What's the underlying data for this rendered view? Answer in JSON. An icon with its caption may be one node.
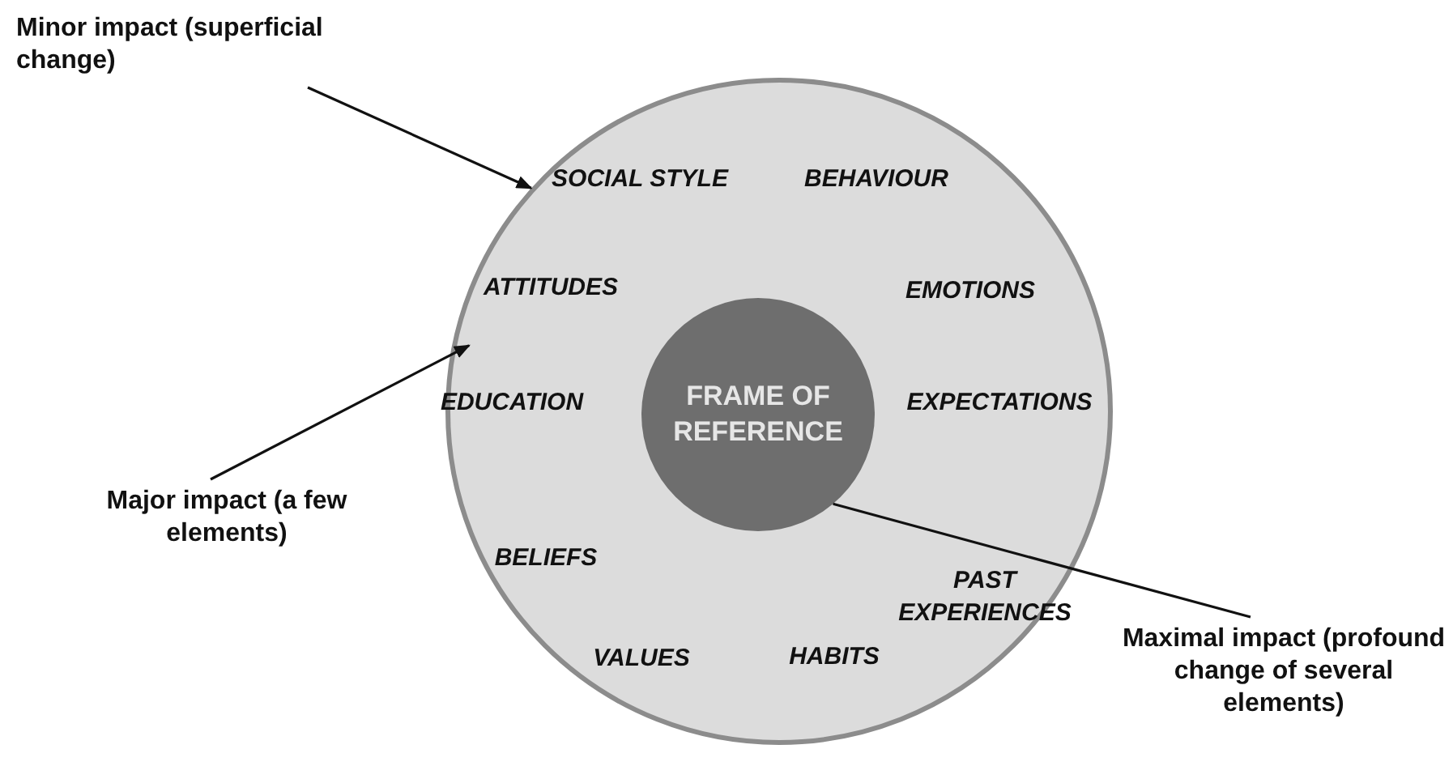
{
  "diagram": {
    "nodes": [
      {
        "text": [
          "Minor impact (superficial change)"
        ]
      },
      {
        "text": [
          "SOCIAL STYLE",
          "BEHAVIOUR",
          "ATTITUDES",
          "EMOTIONS",
          "EDUCATION",
          "EXPECTATIONS",
          "BELIEFS",
          "PAST EXPERIENCES",
          "VALUES",
          "HABITS"
        ]
      },
      {
        "text": [
          "FRAME OF REFERENCE"
        ],
        "in": 1
      },
      {
        "text": [
          "Major impact (a few elements)"
        ]
      },
      {
        "text": [
          "Maximal impact (profound change of several elements)"
        ]
      }
    ],
    "edges": [
      {
        "from": 0,
        "to": 1,
        "arrow": "to"
      },
      {
        "from": 3,
        "to": 1,
        "arrow": "to"
      },
      {
        "from": 4,
        "to": 2,
        "arrow": "none"
      }
    ]
  }
}
